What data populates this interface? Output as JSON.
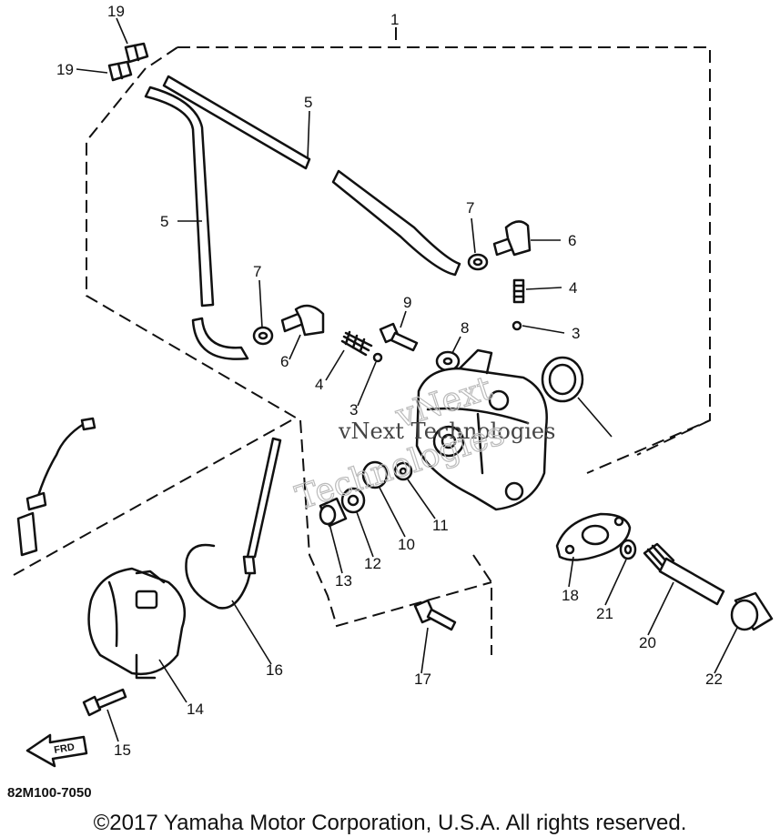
{
  "callouts": {
    "c1": "1",
    "c3a": "3",
    "c3b": "3",
    "c4a": "4",
    "c4b": "4",
    "c5a": "5",
    "c5b": "5",
    "c6a": "6",
    "c6b": "6",
    "c7a": "7",
    "c7b": "7",
    "c8": "8",
    "c9": "9",
    "c10": "10",
    "c11": "11",
    "c12": "12",
    "c13": "13",
    "c14": "14",
    "c15": "15",
    "c16": "16",
    "c17": "17",
    "c18": "18",
    "c19a": "19",
    "c19b": "19",
    "c20": "20",
    "c21": "21",
    "c22": "22"
  },
  "frd_label": "FRD",
  "diagram_code": "82M100-7050",
  "watermark": {
    "line1": "vNext",
    "line2": "vNext Technologies",
    "line3": "Technologies"
  },
  "copyright": "©2017 Yamaha Motor Corporation, U.S.A. All rights reserved."
}
